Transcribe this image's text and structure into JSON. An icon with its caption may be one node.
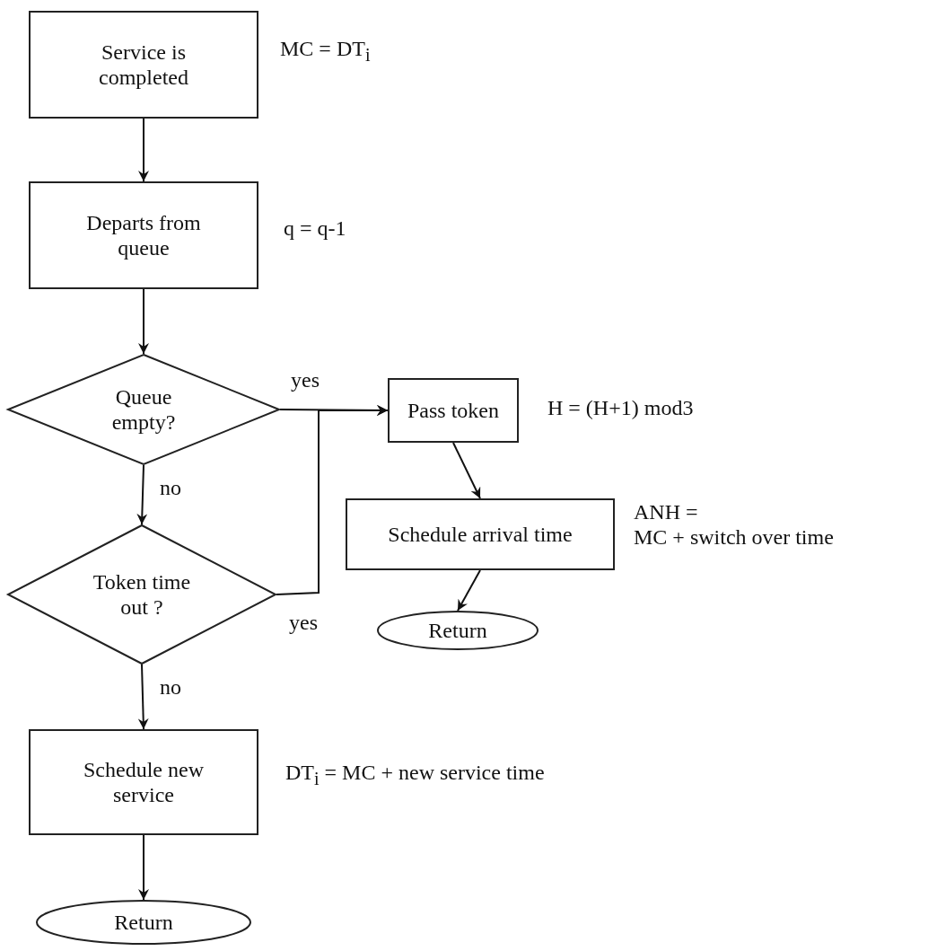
{
  "diagram": {
    "nodes": [
      {
        "text": [
          "Service is completed"
        ],
        "beside": [
          "MC = DT$_{i}$"
        ]
      },
      {
        "text": [
          "Departs from queue"
        ],
        "beside": [
          "q = q-1"
        ]
      },
      {
        "text": [
          "Queue empty?"
        ]
      },
      {
        "text": [
          "Token time out ?"
        ]
      },
      {
        "text": [
          "Pass token"
        ],
        "beside": [
          "H = (H+1) mod3"
        ]
      },
      {
        "text": [
          "Schedule arrival time"
        ],
        "beside": [
          "ANH =",
          "MC + switch over time"
        ]
      },
      {
        "text": [
          "Return"
        ]
      },
      {
        "text": [
          "Schedule new service"
        ],
        "beside": [
          "DT$_{i}$ = MC + new service time"
        ]
      },
      {
        "text": [
          "Return"
        ]
      }
    ],
    "edges": [
      {
        "from": 0,
        "to": 1,
        "arrow": "to"
      },
      {
        "from": 1,
        "to": 2,
        "arrow": "to"
      },
      {
        "from": 2,
        "to": 4,
        "arrow": "to",
        "label": "yes"
      },
      {
        "from": 2,
        "to": 3,
        "arrow": "to",
        "label": "no"
      },
      {
        "from": 3,
        "to": 4,
        "arrow": "to",
        "label": "yes"
      },
      {
        "from": 4,
        "to": 5,
        "arrow": "to"
      },
      {
        "from": 5,
        "to": 6,
        "arrow": "to"
      },
      {
        "from": 3,
        "to": 7,
        "arrow": "to",
        "label": "no"
      },
      {
        "from": 7,
        "to": 8,
        "arrow": "to"
      }
    ]
  }
}
